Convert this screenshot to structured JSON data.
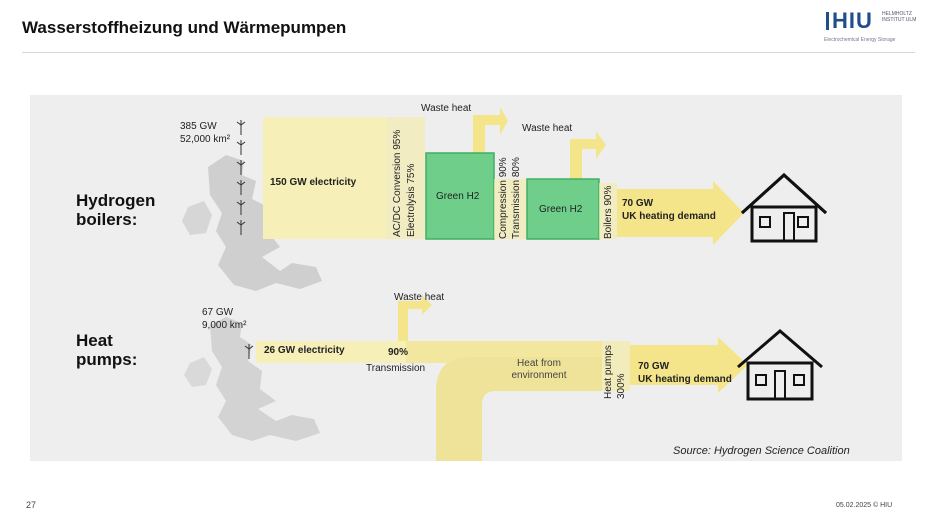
{
  "slide": {
    "title": "Wasserstoffheizung und Wärmepumpen",
    "page_number": "27",
    "footer_right": "05.02.2025  © HIU",
    "source": "Source: Hydrogen Science Coalition"
  },
  "logo": {
    "mark": "HIU",
    "side_text": "HELMHOLTZ INSTITUT ULM",
    "sub_text": "Electrochemical Energy Storage"
  },
  "hydrogen_row": {
    "title": "Hydrogen boilers:",
    "capacity": "385 GW",
    "area": "52,000 km²",
    "electricity": "150 GW electricity",
    "conversion_label": "AC/DC Conversion 95%",
    "electrolysis_label": "Electrolysis 75%",
    "waste_heat_1": "Waste heat",
    "green_h2_1": "Green H2",
    "compression_label": "Compression 90%",
    "transmission_label": "Transmission 80%",
    "waste_heat_2": "Waste heat",
    "green_h2_2": "Green H2",
    "boilers_label": "Boilers 90%",
    "demand_value": "70 GW",
    "demand_text": "UK heating demand"
  },
  "heatpump_row": {
    "title": "Heat pumps:",
    "capacity": "67 GW",
    "area": "9,000 km²",
    "electricity": "26 GW electricity",
    "waste_heat": "Waste heat",
    "transmission_pct": "90%",
    "transmission": "Transmission",
    "environment_heat": "Heat from environment",
    "heat_pumps_label": "Heat pumps",
    "heat_pumps_pct": "300%",
    "demand_value": "70 GW",
    "demand_text": "UK heating demand"
  },
  "colors": {
    "flow": "#f6efb8",
    "flow_dark": "#efe39a",
    "arrow": "#f5e58a",
    "green_box": "#6fcf8a",
    "green_border": "#41ad62",
    "map": "#cfcfcf",
    "house": "#111111"
  }
}
